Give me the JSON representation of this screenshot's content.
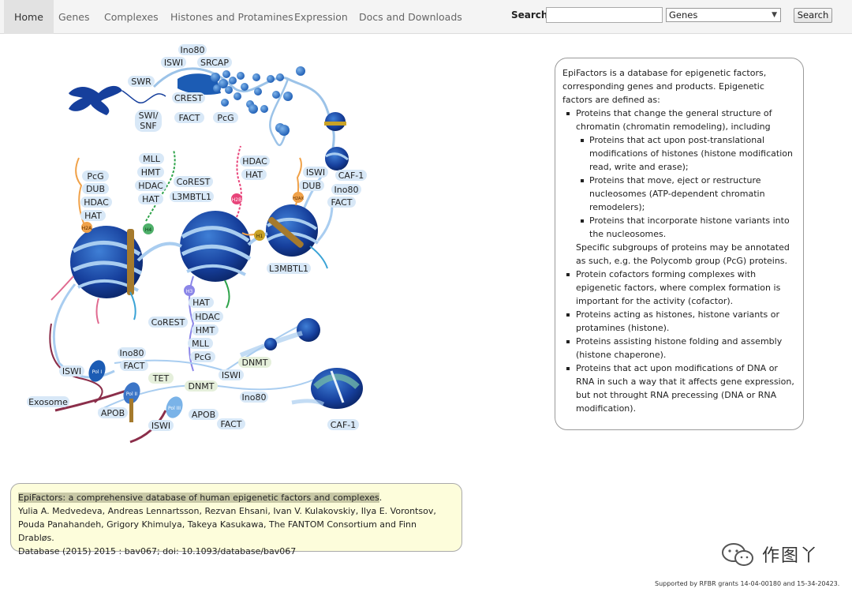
{
  "nav": {
    "items": [
      {
        "label": "Home",
        "active": true
      },
      {
        "label": "Genes"
      },
      {
        "label": "Complexes"
      },
      {
        "label": "Histones and Protamines"
      },
      {
        "label": "Expression"
      },
      {
        "label": "Docs and Downloads"
      }
    ],
    "search_label": "Search:",
    "search_value": "",
    "search_select": "Genes",
    "search_button": "Search"
  },
  "illustration": {
    "labels": {
      "ino80_top": "Ino80",
      "iswi_top": "ISWI",
      "srcap": "SRCAP",
      "swr": "SWR",
      "crest": "CREST",
      "swi": "SWI/",
      "snf": "SNF",
      "fact_top": "FACT",
      "pcg_top": "PcG",
      "mll_l": "MLL",
      "hmt_l": "HMT",
      "hdac_l": "HDAC",
      "hat_l": "HAT",
      "corest_top": "CoREST",
      "l3mbtl1_top": "L3MBTL1",
      "pcg_left": "PcG",
      "dub_left": "DUB",
      "hdac_left": "HDAC",
      "hat_left": "HAT",
      "hdac_r": "HDAC",
      "hat_r": "HAT",
      "iswi_r": "ISWI",
      "dub_r": "DUB",
      "caf1_top": "CAF-1",
      "ino80_r": "Ino80",
      "fact_r": "FACT",
      "l3mbtl1_r": "L3MBTL1",
      "hat_mid": "HAT",
      "hdac_mid": "HDAC",
      "hmt_mid": "HMT",
      "mll_mid": "MLL",
      "pcg_mid": "PcG",
      "corest_mid": "CoREST",
      "ino80_bl": "Ino80",
      "fact_bl": "FACT",
      "iswi_bl": "ISWI",
      "tet": "TET",
      "exosome": "Exosome",
      "apob_l": "APOB",
      "iswi_bottom": "ISWI",
      "dnmt_mid": "DNMT",
      "iswi_mid": "ISWI",
      "dnmt_r": "DNMT",
      "apob_r": "APOB",
      "ino80_br": "Ino80",
      "fact_br": "FACT",
      "caf1_bottom": "CAF-1",
      "h2a": "H2A",
      "h4": "H4",
      "h2b": "H2B",
      "h1": "H1",
      "h3": "H3",
      "h2ax": "H2AX",
      "pol1": "Pol I",
      "pol2": "Pol II",
      "pol3": "Pol III"
    }
  },
  "definition": {
    "intro": "EpiFactors is a database for epigenetic factors, corresponding genes and products. Epigenetic factors are defined as:",
    "item1": "Proteins that change the general structure of chromatin (chromatin remodeling), including",
    "sub1": "Proteins that act upon post-translational modifications of histones (histone modification read, write and erase);",
    "sub2": "Proteins that move, eject or restructure nucleosomes (ATP-dependent chromatin remodelers);",
    "sub3": "Proteins that incorporate histone variants into the nucleosomes.",
    "item1_note": "Specific subgroups of proteins may be annotated as such, e.g. the Polycomb group (PcG) proteins.",
    "item2": "Protein cofactors forming complexes with epigenetic factors, where complex formation is important for the activity (cofactor).",
    "item3": "Proteins acting as histones, histone variants or protamines (histone).",
    "item4": "Proteins assisting histone folding and assembly (histone chaperone).",
    "item5": "Proteins that act upon modifications of DNA or RNA in such a way that it affects gene expression, but not throught RNA precessing (DNA or RNA modification)."
  },
  "citation": {
    "title": "EpiFactors: a comprehensive database of human epigenetic factors and complexes",
    "title_end": ".",
    "authors": "Yulia A. Medvedeva, Andreas Lennartsson, Rezvan Ehsani, Ivan V. Kulakovskiy, Ilya E. Vorontsov, Pouda Panahandeh, Grigory Khimulya, Takeya Kasukawa, The FANTOM Consortium and Finn Drabløs.",
    "journal": "Database (2015) 2015 : bav067; doi: 10.1093/database/bav067"
  },
  "footer": {
    "watermark": "作图丫",
    "support": "Supported by RFBR grants 14-04-00180 and 15-34-20423."
  }
}
